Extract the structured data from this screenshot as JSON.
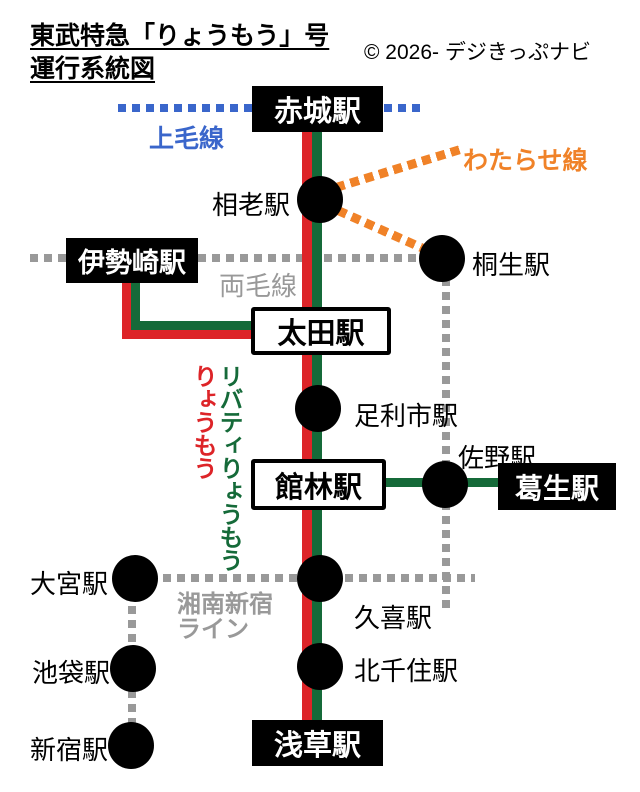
{
  "header": {
    "title_line1": "東武特急「りょうもう」号",
    "title_line2": "運行系統図",
    "copyright": "© 2026- デジきっぷナビ"
  },
  "colors": {
    "red": "#dd2428",
    "green": "#156a39",
    "blue": "#3a66cb",
    "orange": "#f08228",
    "gray": "#999999",
    "black": "#000000"
  },
  "rail_lines": {
    "jomo": {
      "label": "上毛線"
    },
    "watarase": {
      "label": "わたらせ線"
    },
    "ryomo_jr": {
      "label": "両毛線"
    },
    "shonan_shinjuku": {
      "label_line1": "湘南新宿",
      "label_line2": "ライン"
    }
  },
  "services": {
    "liberty_ryomo": {
      "label": "リバティりょうもう"
    },
    "ryomo": {
      "label": "りょうもう"
    }
  },
  "stations": {
    "akagi": {
      "name": "赤城駅"
    },
    "aio": {
      "name": "相老駅"
    },
    "kiryu": {
      "name": "桐生駅"
    },
    "isesaki": {
      "name": "伊勢崎駅"
    },
    "ota": {
      "name": "太田駅"
    },
    "ashikagashi": {
      "name": "足利市駅"
    },
    "sano": {
      "name": "佐野駅"
    },
    "tatebayashi": {
      "name": "館林駅"
    },
    "kuzu": {
      "name": "葛生駅"
    },
    "omiya": {
      "name": "大宮駅"
    },
    "kuki": {
      "name": "久喜駅"
    },
    "ikebukuro": {
      "name": "池袋駅"
    },
    "kitasenju": {
      "name": "北千住駅"
    },
    "shinjuku": {
      "name": "新宿駅"
    },
    "asakusa": {
      "name": "浅草駅"
    }
  }
}
